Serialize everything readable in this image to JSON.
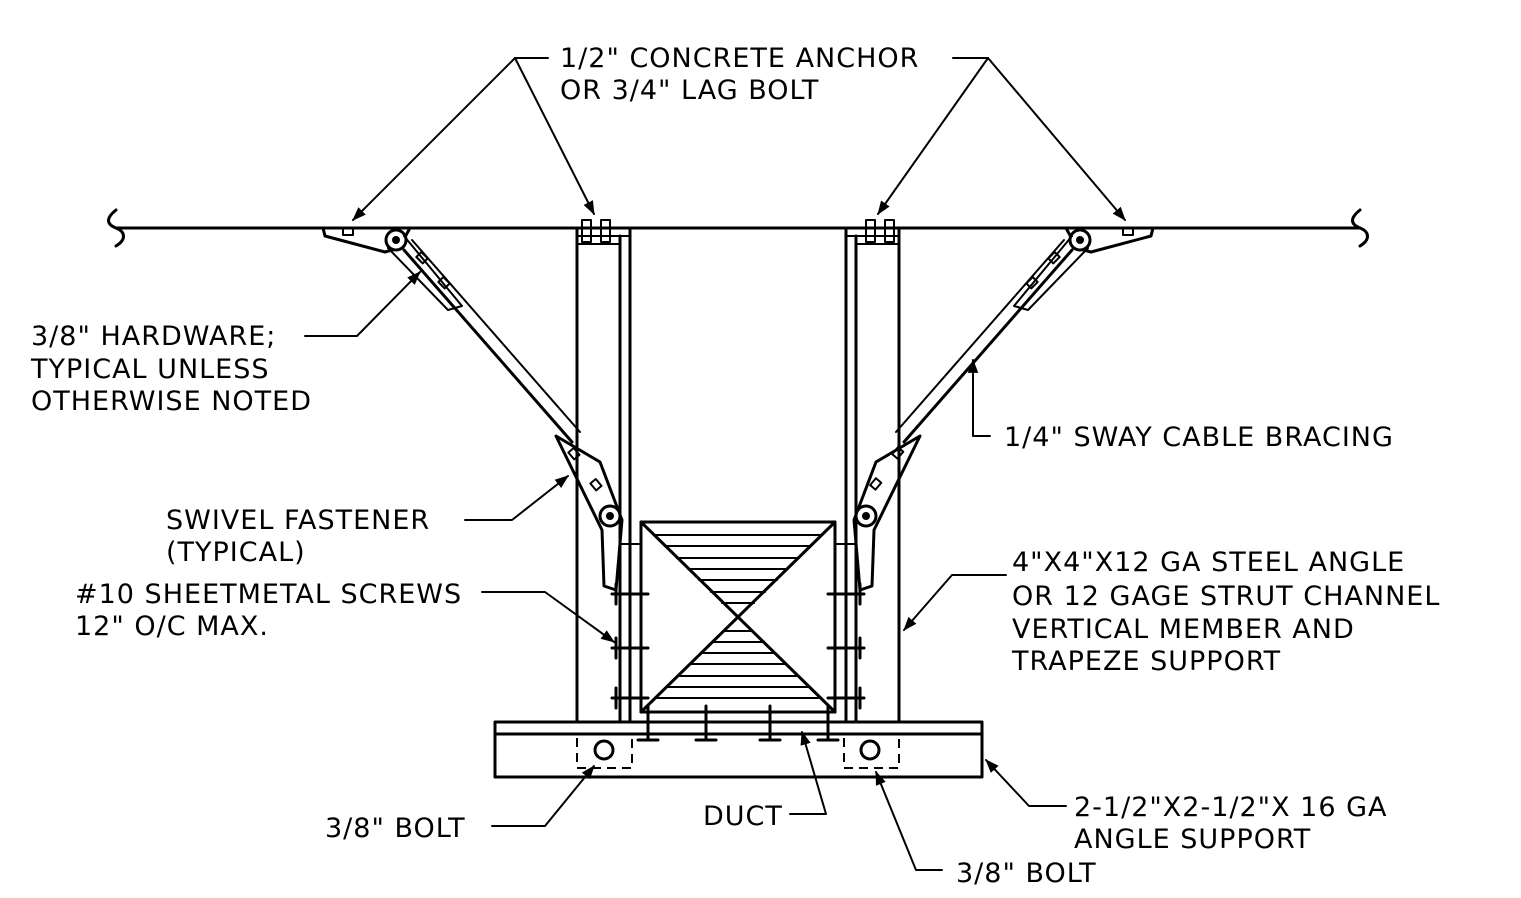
{
  "labels": {
    "anchor_line1": "1/2\" CONCRETE ANCHOR",
    "anchor_line2": "OR 3/4\" LAG BOLT",
    "hardware_line1": "3/8\" HARDWARE;",
    "hardware_line2": "TYPICAL UNLESS",
    "hardware_line3": "OTHERWISE NOTED",
    "cable": "1/4\" SWAY CABLE BRACING",
    "swivel_line1": "SWIVEL FASTENER",
    "swivel_line2": "(TYPICAL)",
    "screws_line1": "#10 SHEETMETAL SCREWS",
    "screws_line2": "12\" O/C MAX.",
    "angle_line1": "4\"X4\"X12 GA STEEL ANGLE",
    "angle_line2": "OR 12 GAGE STRUT CHANNEL",
    "angle_line3": "VERTICAL MEMBER AND",
    "angle_line4": "TRAPEZE SUPPORT",
    "bolt_left": "3/8\" BOLT",
    "duct": "DUCT",
    "support_line1": "2-1/2\"X2-1/2\"X 16 GA",
    "support_line2": "ANGLE SUPPORT",
    "bolt_right": "3/8\" BOLT"
  }
}
